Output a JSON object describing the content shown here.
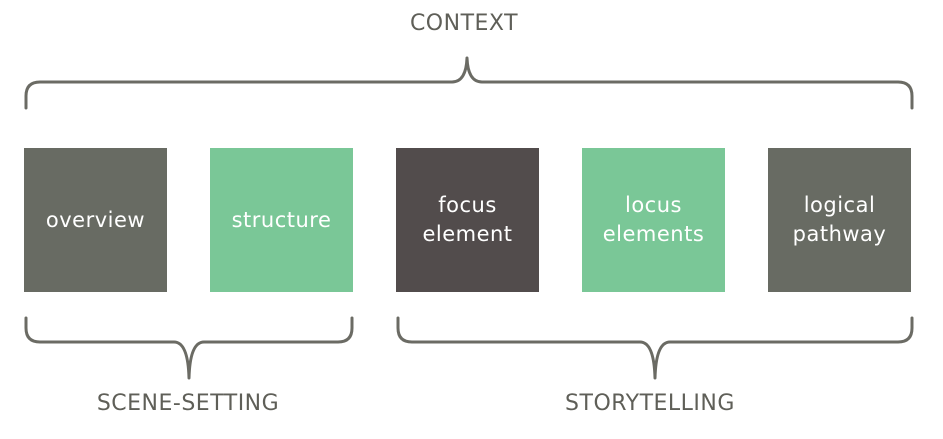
{
  "top_label": "CONTEXT",
  "bottom_labels": {
    "left": "SCENE-SETTING",
    "right": "STORYTELLING"
  },
  "boxes": [
    {
      "lines": [
        "overview"
      ],
      "color": "#686b63"
    },
    {
      "lines": [
        "structure"
      ],
      "color": "#7ac797"
    },
    {
      "lines": [
        "focus",
        "element"
      ],
      "color": "#524c4c"
    },
    {
      "lines": [
        "locus",
        "elements"
      ],
      "color": "#7ac797"
    },
    {
      "lines": [
        "logical",
        "pathway"
      ],
      "color": "#686b63"
    }
  ],
  "colors": {
    "brace": "#6b6b64",
    "text": "#5f5f58"
  }
}
